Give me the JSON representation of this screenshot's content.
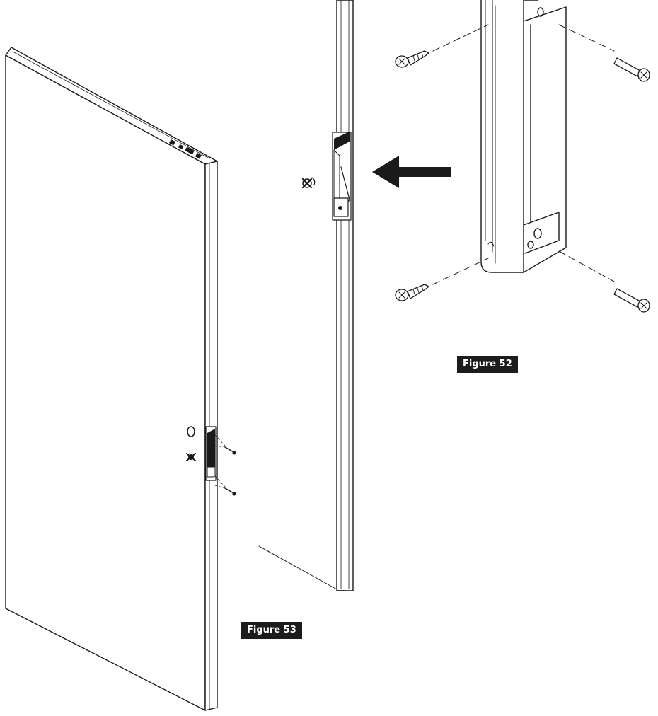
{
  "figures": [
    {
      "id": "figure-52",
      "caption": "Figure 52"
    },
    {
      "id": "figure-53",
      "caption": "Figure 53"
    }
  ],
  "colors": {
    "ink": "#1a1a1a",
    "label_bg": "#1c1c1c",
    "background": "#ffffff",
    "door_fill": "#ffffff"
  },
  "icons": [
    "arrow-left-icon",
    "screw-icon",
    "thumbturn-icon",
    "bracket-icon"
  ]
}
